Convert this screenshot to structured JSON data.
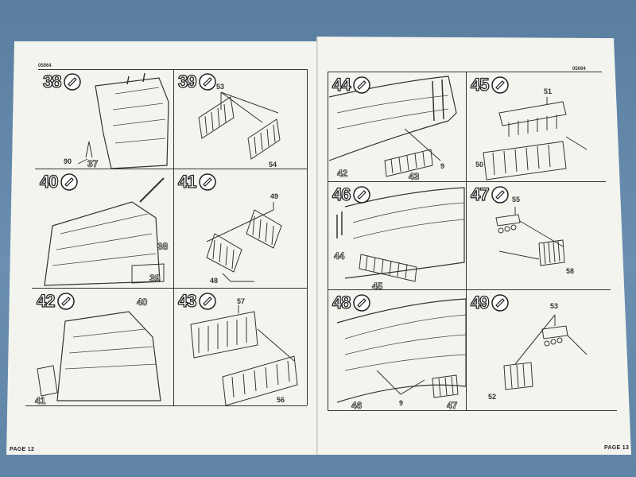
{
  "left_page": {
    "catalog_code": "05064",
    "page_label": "PAGE 12",
    "steps": [
      {
        "number": "38",
        "parts": [
          "37"
        ],
        "callouts": [
          "90"
        ]
      },
      {
        "number": "39",
        "parts": [
          "53",
          "54"
        ],
        "callouts": []
      },
      {
        "number": "40",
        "parts": [
          "38",
          "39"
        ],
        "callouts": []
      },
      {
        "number": "41",
        "parts": [
          "49",
          "48"
        ],
        "callouts": []
      },
      {
        "number": "42",
        "parts": [
          "40",
          "41"
        ],
        "callouts": []
      },
      {
        "number": "43",
        "parts": [
          "57",
          "56"
        ],
        "callouts": []
      }
    ]
  },
  "right_page": {
    "catalog_code": "05064",
    "page_label": "PAGE 13",
    "steps": [
      {
        "number": "44",
        "parts": [
          "42",
          "43"
        ],
        "callouts": [
          "9"
        ]
      },
      {
        "number": "45",
        "parts": [
          "51",
          "50"
        ],
        "callouts": []
      },
      {
        "number": "46",
        "parts": [
          "44",
          "45"
        ],
        "callouts": []
      },
      {
        "number": "47",
        "parts": [
          "55",
          "58"
        ],
        "callouts": []
      },
      {
        "number": "48",
        "parts": [
          "46",
          "47"
        ],
        "callouts": [
          "9"
        ]
      },
      {
        "number": "49",
        "parts": [
          "53",
          "52"
        ],
        "callouts": []
      }
    ]
  },
  "icons": {
    "glue": "glue-tube-icon",
    "arrow": "attach-arrow-icon",
    "flag": "flag-marker-icon"
  },
  "colors": {
    "background": "#6a8fb0",
    "paper": "#f4f4ef",
    "ink": "#333333"
  }
}
